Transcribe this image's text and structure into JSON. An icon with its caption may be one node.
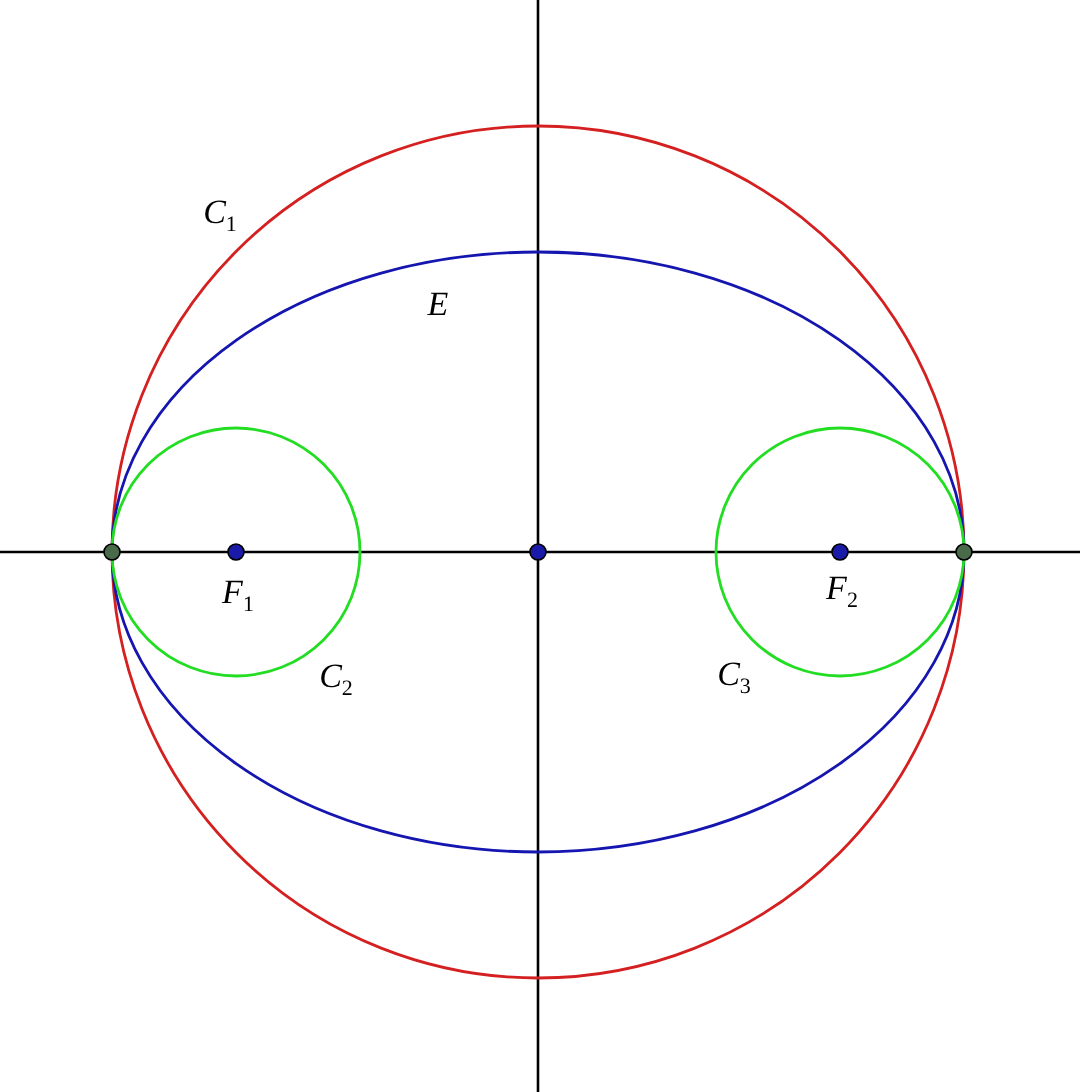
{
  "diagram": {
    "labels": [
      "*C*$_{1}$",
      "*E*",
      "*F*$_{1}$",
      "*F*$_{2}$",
      "*C*$_{2}$",
      "*C*$_{3}$"
    ]
  }
}
